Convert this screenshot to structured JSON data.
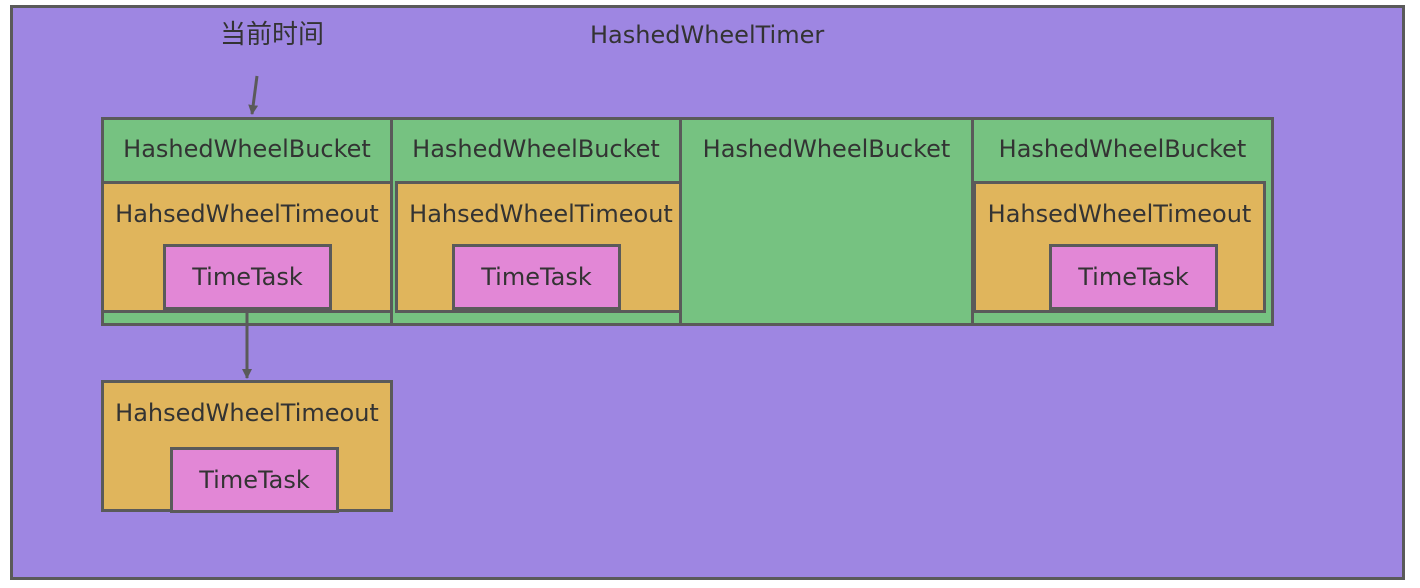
{
  "diagram": {
    "title": "HashedWheelTimer",
    "pointer_label": "当前时间",
    "buckets": [
      {
        "label": "HashedWheelBucket",
        "timeout": {
          "label": "HahsedWheelTimeout",
          "task": "TimeTask"
        }
      },
      {
        "label": "HashedWheelBucket",
        "timeout": {
          "label": "HahsedWheelTimeout",
          "task": "TimeTask"
        }
      },
      {
        "label": "HashedWheelBucket"
      },
      {
        "label": "HashedWheelBucket",
        "timeout": {
          "label": "HahsedWheelTimeout",
          "task": "TimeTask"
        }
      }
    ],
    "chained_timeout": {
      "label": "HahsedWheelTimeout",
      "task": "TimeTask"
    }
  },
  "colors": {
    "timer": "#9e86e2",
    "bucket": "#76c281",
    "timeout": "#e0b55c",
    "task": "#e287d6",
    "border": "#5a5a5a"
  }
}
